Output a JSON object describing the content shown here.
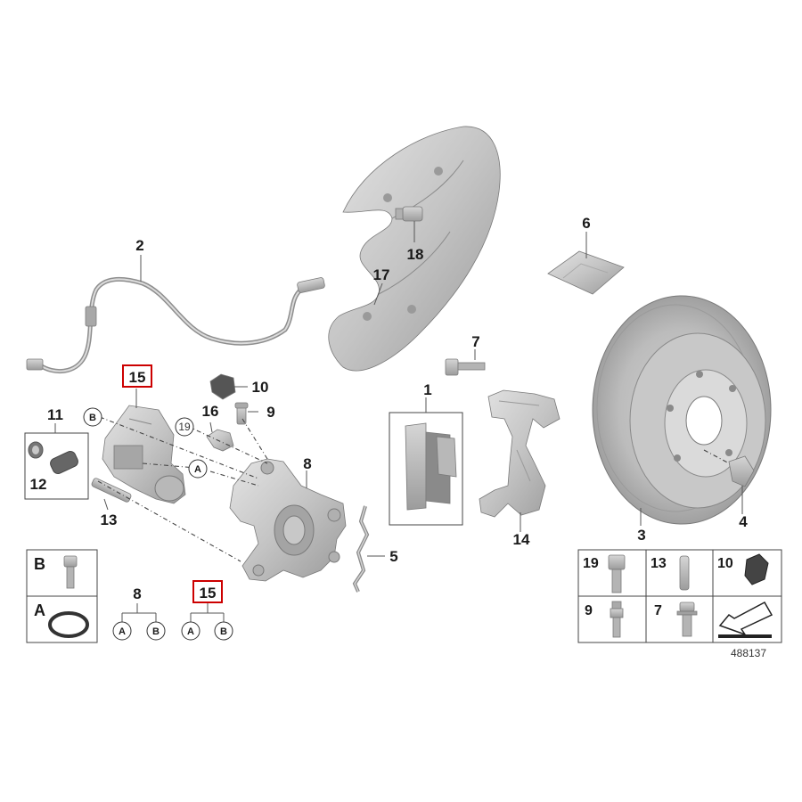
{
  "diagram": {
    "reference_number": "488137",
    "highlight_color": "#cc0000",
    "callouts": {
      "c1": "1",
      "c2": "2",
      "c3": "3",
      "c4": "4",
      "c5": "5",
      "c6": "6",
      "c7": "7",
      "c8": "8",
      "c9": "9",
      "c10": "10",
      "c11": "11",
      "c12": "12",
      "c13": "13",
      "c14": "14",
      "c15": "15",
      "c16": "16",
      "c17": "17",
      "c18": "18",
      "c19": "19"
    },
    "circle_markers": {
      "a": "A",
      "b": "B"
    },
    "legend_left": {
      "rows": [
        {
          "letter": "B",
          "icon": "screw-icon"
        },
        {
          "letter": "A",
          "icon": "o-ring-icon"
        }
      ]
    },
    "kit_groups": [
      {
        "number": "8",
        "letters": [
          "A",
          "B"
        ]
      },
      {
        "number": "15",
        "letters": [
          "A",
          "B"
        ],
        "highlighted": true
      }
    ],
    "legend_right": {
      "cells": [
        {
          "number": "19",
          "icon": "socket-screw-icon"
        },
        {
          "number": "13",
          "icon": "guide-pin-icon"
        },
        {
          "number": "10",
          "icon": "sensor-clip-icon"
        },
        {
          "number": "9",
          "icon": "bleeder-valve-icon"
        },
        {
          "number": "7",
          "icon": "flange-bolt-icon"
        },
        {
          "number": "",
          "icon": "arrow-direction-icon"
        }
      ]
    }
  }
}
